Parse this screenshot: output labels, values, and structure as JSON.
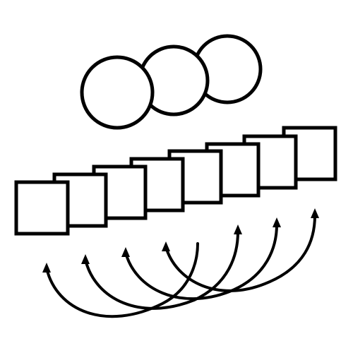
{
  "diagram": {
    "stroke_color": "#000000",
    "fill_color": "#ffffff",
    "circle_count": 3,
    "square_count": 8,
    "arrow_count": 7
  }
}
